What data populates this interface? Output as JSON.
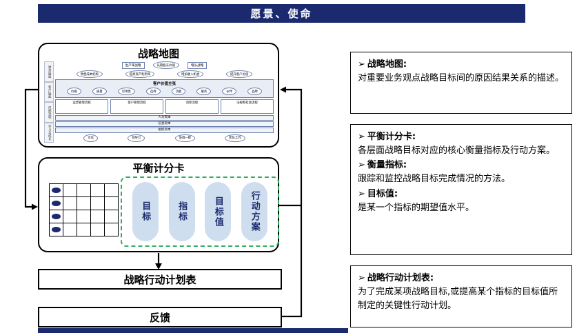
{
  "header": {
    "title": "愿景、使命"
  },
  "bullet": "➢",
  "flow": {
    "strategy_map_title": "战略地图",
    "bsc_title": "平衡计分卡",
    "action_plan_label": "战略行动计划表",
    "feedback_label": "反馈"
  },
  "strategy_map": {
    "perspectives": [
      "财务层面",
      "客户层面",
      "内部流程",
      "学习与成长"
    ],
    "financial": {
      "left": "生产率战略",
      "top": "长期股东价值",
      "right": "增长战略",
      "ovals": [
        "改善成本结构",
        "提高资产利用率",
        "增加收入机会",
        "提升客户价值"
      ]
    },
    "customer": {
      "band": "客户价值主张",
      "ovals": [
        "价格",
        "质量",
        "可用性",
        "选择",
        "功能",
        "服务",
        "伙伴",
        "品牌"
      ]
    },
    "internal": {
      "boxes": [
        "运营管理流程",
        "客户管理流程",
        "创新流程",
        "法规和社会流程"
      ]
    },
    "learning": {
      "bars": [
        "人力资本",
        "信息资本",
        "组织资本"
      ],
      "ovals": [
        "文化",
        "领导力",
        "协调一致",
        "团队工作"
      ]
    }
  },
  "scorecard": {
    "pills": [
      "目标",
      "指标",
      "目标值",
      "行动方案"
    ],
    "table": {
      "rows": 4,
      "cols": 5
    }
  },
  "definitions": [
    {
      "entries": [
        {
          "term": "战略地图:",
          "desc": "对重要业务观点战略目标间的原因结果关系的描述。"
        }
      ]
    },
    {
      "entries": [
        {
          "term": "平衡计分卡:",
          "desc": "各层面战略目标对应的核心衡量指标及行动方案。"
        },
        {
          "term": "衡量指标:",
          "desc": "跟踪和监控战略目标完成情况的方法。"
        },
        {
          "term": "目标值:",
          "desc": "是某一个指标的期望值水平。"
        }
      ]
    },
    {
      "entries": [
        {
          "term": "战略行动计划表:",
          "desc": "为了完成某项战略目标,或提高某个指标的目标值所制定的关键性行动计划。"
        }
      ]
    }
  ],
  "colors": {
    "navy": "#1b2a6e",
    "pill_bg": "#cfdeee",
    "dashed_green": "#2fae60"
  }
}
